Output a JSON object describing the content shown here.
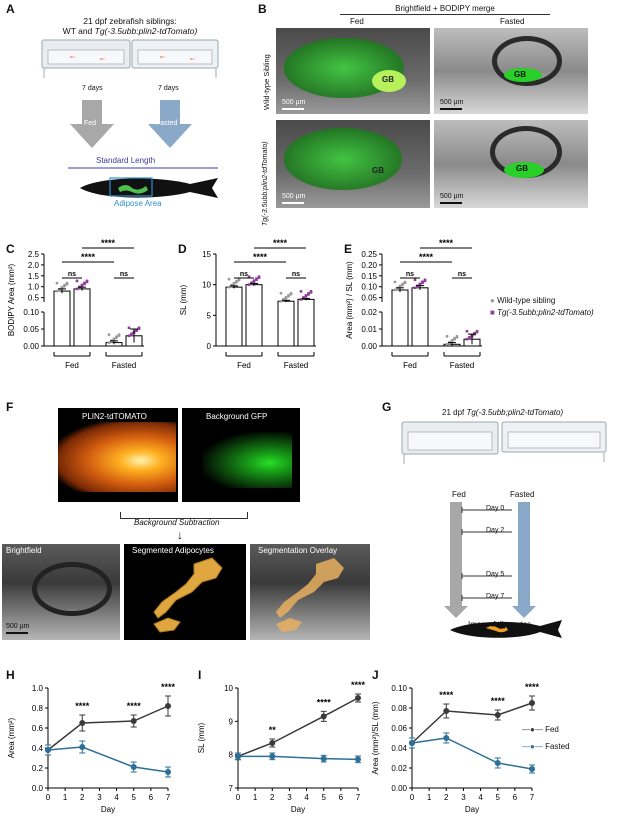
{
  "panels": {
    "A": "A",
    "B": "B",
    "C": "C",
    "D": "D",
    "E": "E",
    "F": "F",
    "G": "G",
    "H": "H",
    "I": "I",
    "J": "J"
  },
  "panelA": {
    "title_line1": "21 dpf zebrafish siblings:",
    "title_line2_a": "WT and ",
    "title_line2_b": "Tg(-3.5ubb:plin2-tdTomato)",
    "days_left": "7 days",
    "days_right": "7 days",
    "fed": "Fed",
    "fasted": "Fasted",
    "standard_length": "Standard Length",
    "adipose_area": "Adipose Area"
  },
  "panelB": {
    "header": "Brightfield + BODIPY merge",
    "col_fed": "Fed",
    "col_fasted": "Fasted",
    "row1": "Wild-type Sibling",
    "row2": "Tg(-3.5ubb:plin2-tdTomato)",
    "gb": "GB",
    "scale": "500 µm"
  },
  "sig": {
    "ns": "ns",
    "four": "****",
    "two": "**"
  },
  "groups": {
    "fed": "Fed",
    "fasted": "Fasted"
  },
  "legend": {
    "wt": "Wild-type sibling",
    "tg": "Tg(-3.5ubb;plin2-tdTomato)"
  },
  "panelF": {
    "plin2": "PLIN2-tdTOMATO",
    "bgfp": "Background GFP",
    "bgsub": "Background Subtraction",
    "brightfield": "Brightfield",
    "segmented": "Segmented Adipocytes",
    "overlay": "Segmentation Overlay",
    "scale": "500 µm"
  },
  "panelG": {
    "title_a": "21 dpf ",
    "title_b": "Tg(-3.5ubb;plin2-tdTomato)",
    "fed": "Fed",
    "fasted": "Fasted",
    "days": [
      "Day 0",
      "Day 2",
      "Day 5",
      "Day 7"
    ],
    "image": "Image Adipocytes"
  },
  "colors": {
    "fed": "#3a3a3a",
    "fasted": "#2e6f95",
    "tg": "#8b3f96",
    "wt": "#9a9a9a",
    "fedArrow": "#a8a8a8",
    "fastedArrow": "#8aa9c8"
  },
  "chart_data": [
    {
      "id": "C",
      "type": "bar",
      "ylabel": "BODIPY Area (mm²)",
      "categories": [
        "WT Fed",
        "Tg Fed",
        "WT Fasted",
        "Tg Fasted"
      ],
      "values": [
        0.8,
        0.9,
        0.01,
        0.03
      ],
      "errors": [
        0.1,
        0.08,
        0.005,
        0.02
      ],
      "ylim_top": [
        0.3,
        2.5
      ],
      "yticks_top": [
        "0.5",
        "1.0",
        "1.5",
        "2.0",
        "2.5"
      ],
      "ylim_bottom": [
        0,
        0.1
      ],
      "yticks_bottom": [
        "0.00",
        "0.05",
        "0.10"
      ],
      "groups": [
        "Fed",
        "Fasted"
      ]
    },
    {
      "id": "D",
      "type": "bar",
      "ylabel": "SL (mm)",
      "categories": [
        "WT Fed",
        "Tg Fed",
        "WT Fasted",
        "Tg Fasted"
      ],
      "values": [
        9.6,
        10.0,
        7.3,
        7.6
      ],
      "errors": [
        0.2,
        0.2,
        0.15,
        0.15
      ],
      "ylim": [
        0,
        15
      ],
      "yticks": [
        "0",
        "5",
        "10",
        "15"
      ],
      "groups": [
        "Fed",
        "Fasted"
      ]
    },
    {
      "id": "E",
      "type": "bar",
      "ylabel": "Area (mm²) / SL (mm)",
      "categories": [
        "WT Fed",
        "Tg Fed",
        "WT Fasted",
        "Tg Fasted"
      ],
      "values": [
        0.085,
        0.095,
        0.001,
        0.004
      ],
      "errors": [
        0.01,
        0.01,
        0.001,
        0.003
      ],
      "ylim_top": [
        0.03,
        0.25
      ],
      "yticks_top": [
        "0.05",
        "0.10",
        "0.15",
        "0.20",
        "0.25"
      ],
      "ylim_bottom": [
        0,
        0.02
      ],
      "yticks_bottom": [
        "0.00",
        "0.01",
        "0.02"
      ],
      "groups": [
        "Fed",
        "Fasted"
      ]
    },
    {
      "id": "H",
      "type": "line",
      "xlabel": "Day",
      "ylabel": "Area (mm²)",
      "x": [
        0,
        2,
        5,
        7
      ],
      "xticks": [
        "0",
        "1",
        "2",
        "3",
        "4",
        "5",
        "6",
        "7"
      ],
      "ylim": [
        0,
        1.0
      ],
      "yticks": [
        "0.0",
        "0.2",
        "0.4",
        "0.6",
        "0.8",
        "1.0"
      ],
      "series": [
        {
          "name": "Fed",
          "values": [
            0.38,
            0.65,
            0.67,
            0.82
          ],
          "errors": [
            0.05,
            0.08,
            0.06,
            0.1
          ]
        },
        {
          "name": "Fasted",
          "values": [
            0.38,
            0.41,
            0.21,
            0.16
          ],
          "errors": [
            0.05,
            0.06,
            0.05,
            0.05
          ]
        }
      ],
      "sig": [
        "",
        "****",
        "****",
        "****"
      ]
    },
    {
      "id": "I",
      "type": "line",
      "xlabel": "Day",
      "ylabel": "SL (mm)",
      "x": [
        0,
        2,
        5,
        7
      ],
      "xticks": [
        "0",
        "1",
        "2",
        "3",
        "4",
        "5",
        "6",
        "7"
      ],
      "ylim": [
        7,
        10
      ],
      "yticks": [
        "7",
        "8",
        "9",
        "10"
      ],
      "series": [
        {
          "name": "Fed",
          "values": [
            7.95,
            8.35,
            9.15,
            9.7
          ],
          "errors": [
            0.1,
            0.12,
            0.15,
            0.12
          ]
        },
        {
          "name": "Fasted",
          "values": [
            7.95,
            7.95,
            7.88,
            7.86
          ],
          "errors": [
            0.1,
            0.1,
            0.1,
            0.1
          ]
        }
      ],
      "sig": [
        "",
        "**",
        "****",
        "****"
      ]
    },
    {
      "id": "J",
      "type": "line",
      "xlabel": "Day",
      "ylabel": "Area (mm²)/SL (mm)",
      "x": [
        0,
        2,
        5,
        7
      ],
      "xticks": [
        "0",
        "1",
        "2",
        "3",
        "4",
        "5",
        "6",
        "7"
      ],
      "ylim": [
        0,
        0.1
      ],
      "yticks": [
        "0.00",
        "0.02",
        "0.04",
        "0.06",
        "0.08",
        "0.10"
      ],
      "series": [
        {
          "name": "Fed",
          "values": [
            0.045,
            0.077,
            0.073,
            0.085
          ],
          "errors": [
            0.005,
            0.007,
            0.005,
            0.007
          ]
        },
        {
          "name": "Fasted",
          "values": [
            0.045,
            0.05,
            0.025,
            0.019
          ],
          "errors": [
            0.005,
            0.005,
            0.005,
            0.004
          ]
        }
      ],
      "sig": [
        "",
        "****",
        "****",
        "****"
      ],
      "legend": [
        "Fed",
        "Fasted"
      ]
    }
  ]
}
